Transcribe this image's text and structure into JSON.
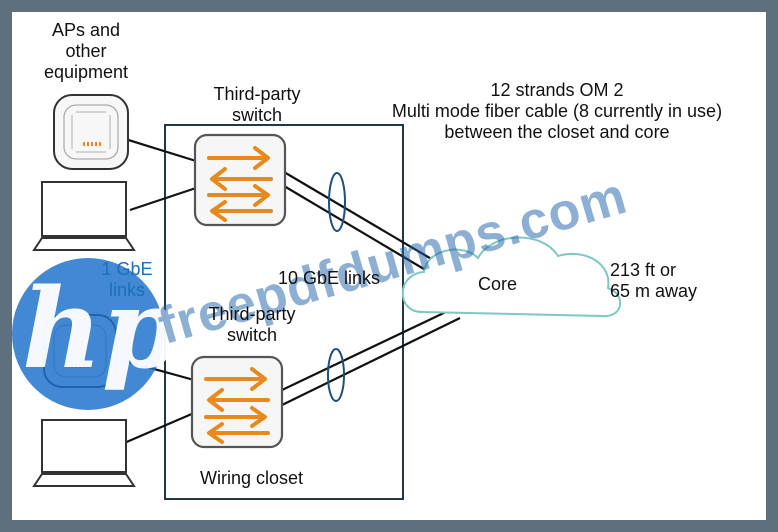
{
  "labels": {
    "aps_equipment": [
      "APs and",
      "other",
      "equipment"
    ],
    "switch_top": [
      "Third-party",
      "switch"
    ],
    "switch_bottom": [
      "Third-party",
      "switch"
    ],
    "fiber_note": [
      "12 strands OM 2",
      "Multi mode fiber cable (8 currently in use)",
      "between the closet and core"
    ],
    "gbe_links": [
      "1 GbE",
      "links"
    ],
    "ten_gbe_links": "10 GbE links",
    "core": "Core",
    "distance": [
      "213 ft or",
      "65 m away"
    ],
    "wiring_closet": "Wiring closet"
  },
  "watermark": {
    "text": "freepdfdumps.com",
    "logo_text": "hp",
    "color": "#1e5faa"
  },
  "colors": {
    "arrow_orange": "#e8891e",
    "closet_border": "#1c3a4a",
    "cloud_stroke": "#7fc7c4",
    "ellipse_stroke": "#1f4f7a",
    "page_border": "#5f6f7c"
  },
  "icons": {
    "access_point": "access-point-icon",
    "laptop": "laptop-icon",
    "switch": "switch-icon",
    "cloud": "cloud-icon"
  }
}
